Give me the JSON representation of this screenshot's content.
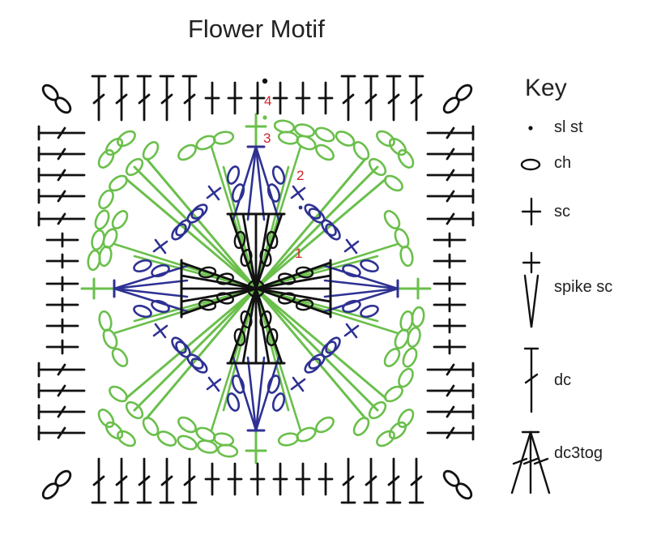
{
  "title": "Flower Motif",
  "round_labels": [
    "1",
    "2",
    "3",
    "4"
  ],
  "colors": {
    "round1": "#111111",
    "round2": "#2e3192",
    "round3": "#6abf4b",
    "round4": "#111111",
    "round_number": "#d2232a"
  },
  "key": {
    "title": "Key",
    "items": [
      {
        "label": "sl st",
        "icon": "dot-icon"
      },
      {
        "label": "ch",
        "icon": "oval-icon"
      },
      {
        "label": "sc",
        "icon": "cross-icon"
      },
      {
        "label": "spike sc",
        "icon": "spike-sc-icon"
      },
      {
        "label": "dc",
        "icon": "dc-icon"
      },
      {
        "label": "dc3tog",
        "icon": "dc3tog-icon"
      }
    ]
  }
}
